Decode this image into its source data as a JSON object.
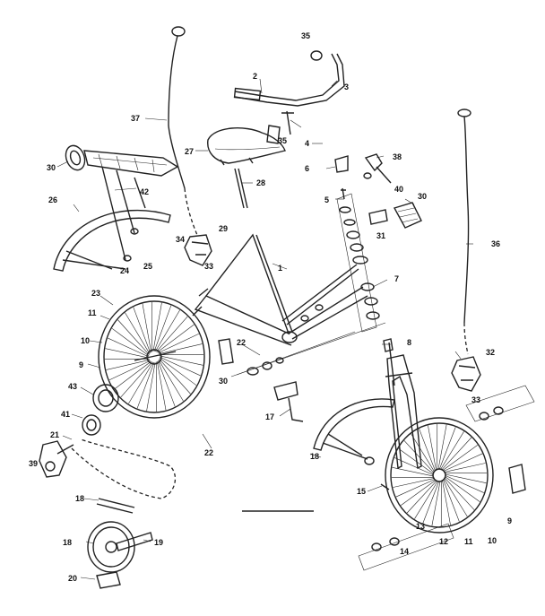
{
  "diagram": {
    "callouts": [
      {
        "id": "c35a",
        "text": "35"
      },
      {
        "id": "c2",
        "text": "2"
      },
      {
        "id": "c3",
        "text": "3"
      },
      {
        "id": "c37",
        "text": "37"
      },
      {
        "id": "c27",
        "text": "27"
      },
      {
        "id": "c35b",
        "text": "35"
      },
      {
        "id": "c4",
        "text": "4"
      },
      {
        "id": "c6",
        "text": "6"
      },
      {
        "id": "c38",
        "text": "38"
      },
      {
        "id": "c30a",
        "text": "30"
      },
      {
        "id": "c42",
        "text": "42"
      },
      {
        "id": "c28",
        "text": "28"
      },
      {
        "id": "c40",
        "text": "40"
      },
      {
        "id": "c5",
        "text": "5"
      },
      {
        "id": "c30b",
        "text": "30"
      },
      {
        "id": "c26",
        "text": "26"
      },
      {
        "id": "c31",
        "text": "31"
      },
      {
        "id": "c29",
        "text": "29"
      },
      {
        "id": "c34",
        "text": "34"
      },
      {
        "id": "c36",
        "text": "36"
      },
      {
        "id": "c33a",
        "text": "33"
      },
      {
        "id": "c1",
        "text": "1"
      },
      {
        "id": "c24",
        "text": "24"
      },
      {
        "id": "c25",
        "text": "25"
      },
      {
        "id": "c7",
        "text": "7"
      },
      {
        "id": "c23",
        "text": "23"
      },
      {
        "id": "c11a",
        "text": "11"
      },
      {
        "id": "c10a",
        "text": "10"
      },
      {
        "id": "c9a",
        "text": "9"
      },
      {
        "id": "c22a",
        "text": "22"
      },
      {
        "id": "c8",
        "text": "8"
      },
      {
        "id": "c32",
        "text": "32"
      },
      {
        "id": "c30c",
        "text": "30"
      },
      {
        "id": "c33b",
        "text": "33"
      },
      {
        "id": "c43",
        "text": "43"
      },
      {
        "id": "c17",
        "text": "17"
      },
      {
        "id": "c41",
        "text": "41"
      },
      {
        "id": "c21",
        "text": "21"
      },
      {
        "id": "c22b",
        "text": "22"
      },
      {
        "id": "c18a",
        "text": "18"
      },
      {
        "id": "c39",
        "text": "39"
      },
      {
        "id": "c15",
        "text": "15"
      },
      {
        "id": "c13",
        "text": "13"
      },
      {
        "id": "c9b",
        "text": "9"
      },
      {
        "id": "c18b",
        "text": "18"
      },
      {
        "id": "c12",
        "text": "12"
      },
      {
        "id": "c11b",
        "text": "11"
      },
      {
        "id": "c10b",
        "text": "10"
      },
      {
        "id": "c14",
        "text": "14"
      },
      {
        "id": "c18c",
        "text": "18"
      },
      {
        "id": "c19",
        "text": "19"
      },
      {
        "id": "c20",
        "text": "20"
      }
    ]
  }
}
